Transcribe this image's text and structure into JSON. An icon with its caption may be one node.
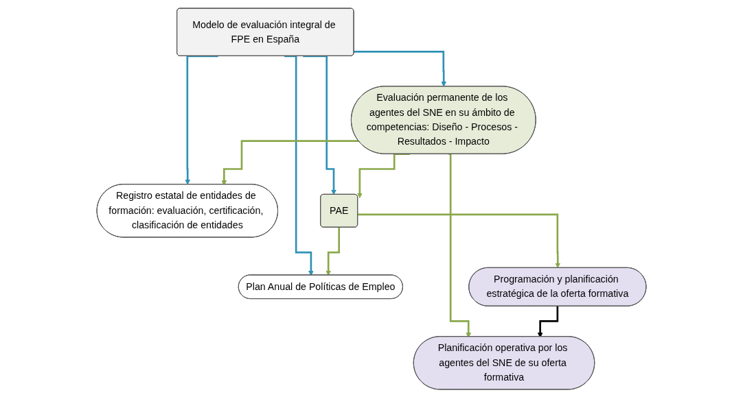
{
  "diagram": {
    "nodes": [
      {
        "text": [
          "Modelo de evaluación integral de FPE en España"
        ]
      },
      {
        "text": [
          "Registro estatal de entidades de formación: evaluación, certificación, clasificación de entidades"
        ]
      },
      {
        "text": [
          "PAE"
        ]
      },
      {
        "text": [
          "Plan Anual de Políticas de Empleo"
        ]
      },
      {
        "text": [
          "Programación y planificación estratégica de la oferta formativa"
        ]
      },
      {
        "text": [
          "Evaluación permanente de los agentes del SNE en su ámbito de competencias: Diseño - Procesos - Resultados - Impacto"
        ]
      },
      {
        "text": [
          "Planificación operativa por los agentes del SNE de su oferta formativa"
        ]
      }
    ],
    "edges": [
      {
        "from": 0,
        "to": 1,
        "arrow": "to",
        "color": "#2e91b5"
      },
      {
        "from": 0,
        "to": 2,
        "arrow": "to",
        "color": "#2e91b5"
      },
      {
        "from": 0,
        "to": 3,
        "arrow": "to",
        "color": "#2e91b5"
      },
      {
        "from": 0,
        "to": 5,
        "arrow": "to",
        "color": "#2e91b5"
      },
      {
        "from": 2,
        "to": 3,
        "arrow": "to"
      },
      {
        "from": 2,
        "to": 4,
        "arrow": "to"
      },
      {
        "from": 5,
        "to": 1,
        "arrow": "to"
      },
      {
        "from": 5,
        "to": 2,
        "arrow": "to"
      },
      {
        "from": 5,
        "to": 6,
        "arrow": "to"
      },
      {
        "from": 4,
        "to": 6,
        "arrow": "to",
        "color": "#000000"
      }
    ]
  }
}
